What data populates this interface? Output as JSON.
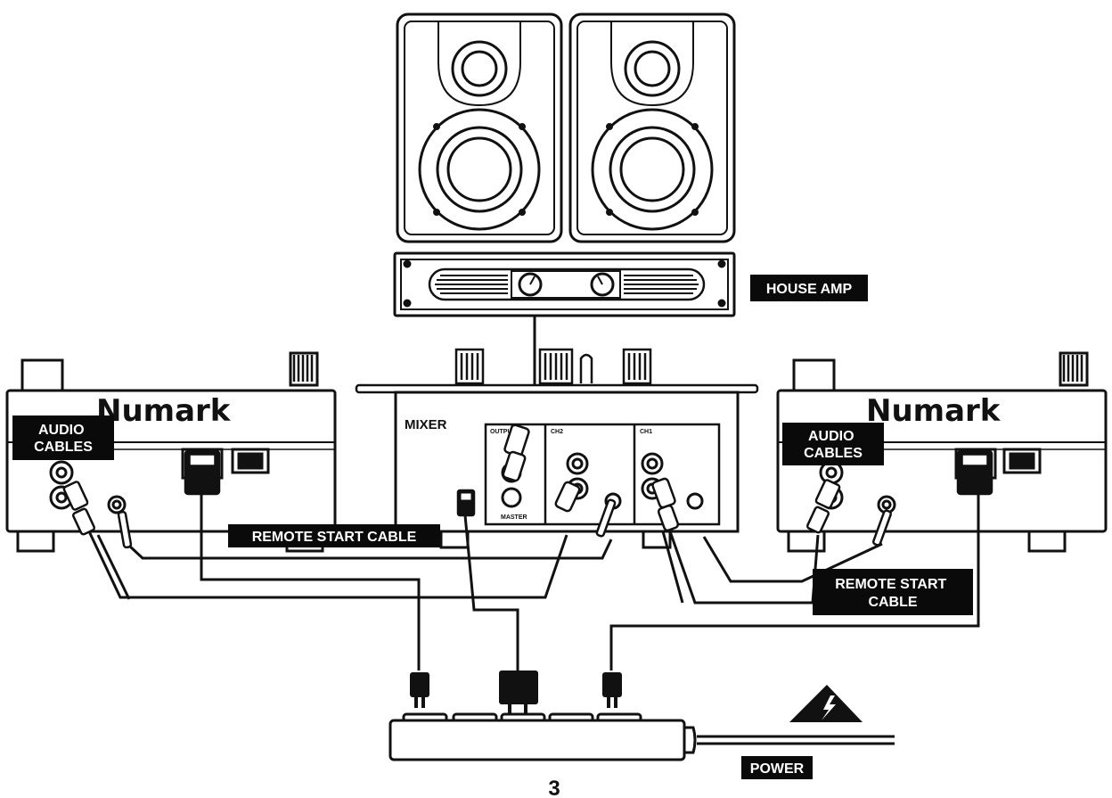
{
  "labels": {
    "house_amp": "HOUSE AMP",
    "mixer": "MIXER",
    "audio_cables_left": "AUDIO CABLES",
    "audio_cables_right": "AUDIO CABLES",
    "remote_start_left": "REMOTE START CABLE",
    "remote_start_right": "REMOTE START CABLE",
    "power": "POWER"
  },
  "brand": {
    "left_player": "Numark",
    "right_player": "Numark"
  },
  "mixer_panel": {
    "output": "OUTPUT",
    "ch2": "CH2",
    "ch1": "CH1",
    "master": "MASTER"
  },
  "page_number": "3",
  "icons": [
    "speaker-icon",
    "amplifier-icon",
    "power-plug-icon",
    "power-strip-icon",
    "warning-lightning-icon"
  ],
  "colors": {
    "ink": "#111111",
    "label_bg": "#0a0a0a",
    "label_text": "#ffffff",
    "background": "#ffffff"
  }
}
